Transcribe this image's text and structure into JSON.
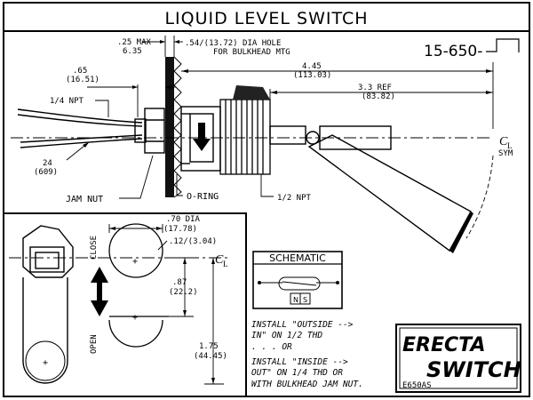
{
  "title": "LIQUID LEVEL SWITCH",
  "part_number": "15-650-",
  "dimensions": {
    "flange_max": "6.35",
    "flange_max_label": ".25 MAX",
    "hole_dia": ".54/(13.72) DIA HOLE",
    "hole_note": "FOR BULKHEAD MTG",
    "reach": ".65",
    "reach_mm": "(16.51)",
    "overall": "4.45",
    "overall_mm": "(113.03)",
    "ref": "3.3 REF",
    "ref_mm": "(83.82)",
    "lead": "24",
    "lead_mm": "(609)",
    "float_dia": ".70 DIA",
    "float_dia_mm": "(17.78)",
    "offset": ".12/(3.04)",
    "travel": ".87",
    "travel_mm": "(22.2)",
    "length": "1.75",
    "length_mm": "(44.45)"
  },
  "labels": {
    "npt_quarter": "1/4 NPT",
    "jam_nut": "JAM NUT",
    "o_ring": "O-RING",
    "npt_half": "1/2 NPT",
    "cl": "C",
    "cl_sub": "L",
    "sym": "SYM",
    "close": "CLOSE",
    "open": "OPEN"
  },
  "schematic": {
    "title": "SCHEMATIC",
    "n": "N",
    "s": "S"
  },
  "install_note": [
    "INSTALL \"OUTSIDE -->",
    "IN\" ON 1/2 THD",
    ". . . OR",
    "INSTALL \"INSIDE -->",
    "OUT\" ON 1/4 THD OR",
    "WITH BULKHEAD JAM NUT."
  ],
  "logo": {
    "line1": "ERECTA",
    "line2": "SWITCH",
    "model": "E650AS"
  }
}
